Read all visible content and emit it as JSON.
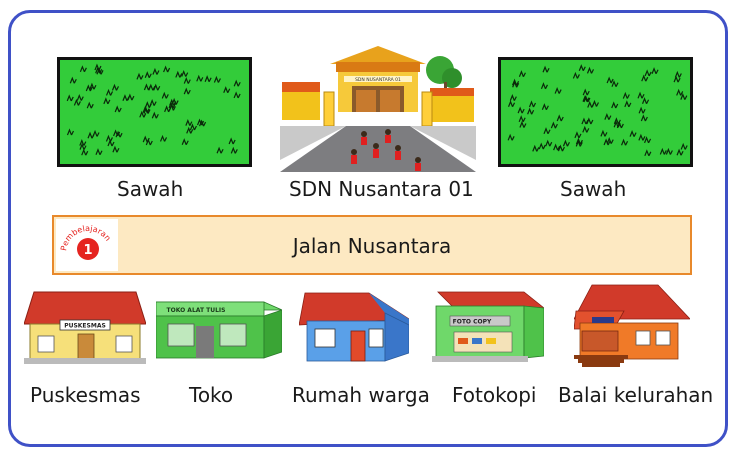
{
  "labels": {
    "sawah_left": "Sawah",
    "school": "SDN Nusantara 01",
    "sawah_right": "Sawah",
    "road": "Jalan Nusantara",
    "puskesmas": "Puskesmas",
    "toko": "Toko",
    "rumah": "Rumah warga",
    "fotokopi": "Fotokopi",
    "balai": "Balai kelurahan"
  },
  "badge": {
    "text": "Pembelajaran",
    "number": "1"
  },
  "signs": {
    "school": "SDN NUSANTARA 01",
    "puskesmas": "PUSKESMAS",
    "toko": "TOKO ALAT TULIS",
    "fotocopy": "FOTO COPY"
  },
  "colors": {
    "frame": "#3f51c7",
    "field": "#33cc3a",
    "road_fill": "#fde9c2",
    "road_border": "#e8892b",
    "badge_red": "#e52420"
  }
}
